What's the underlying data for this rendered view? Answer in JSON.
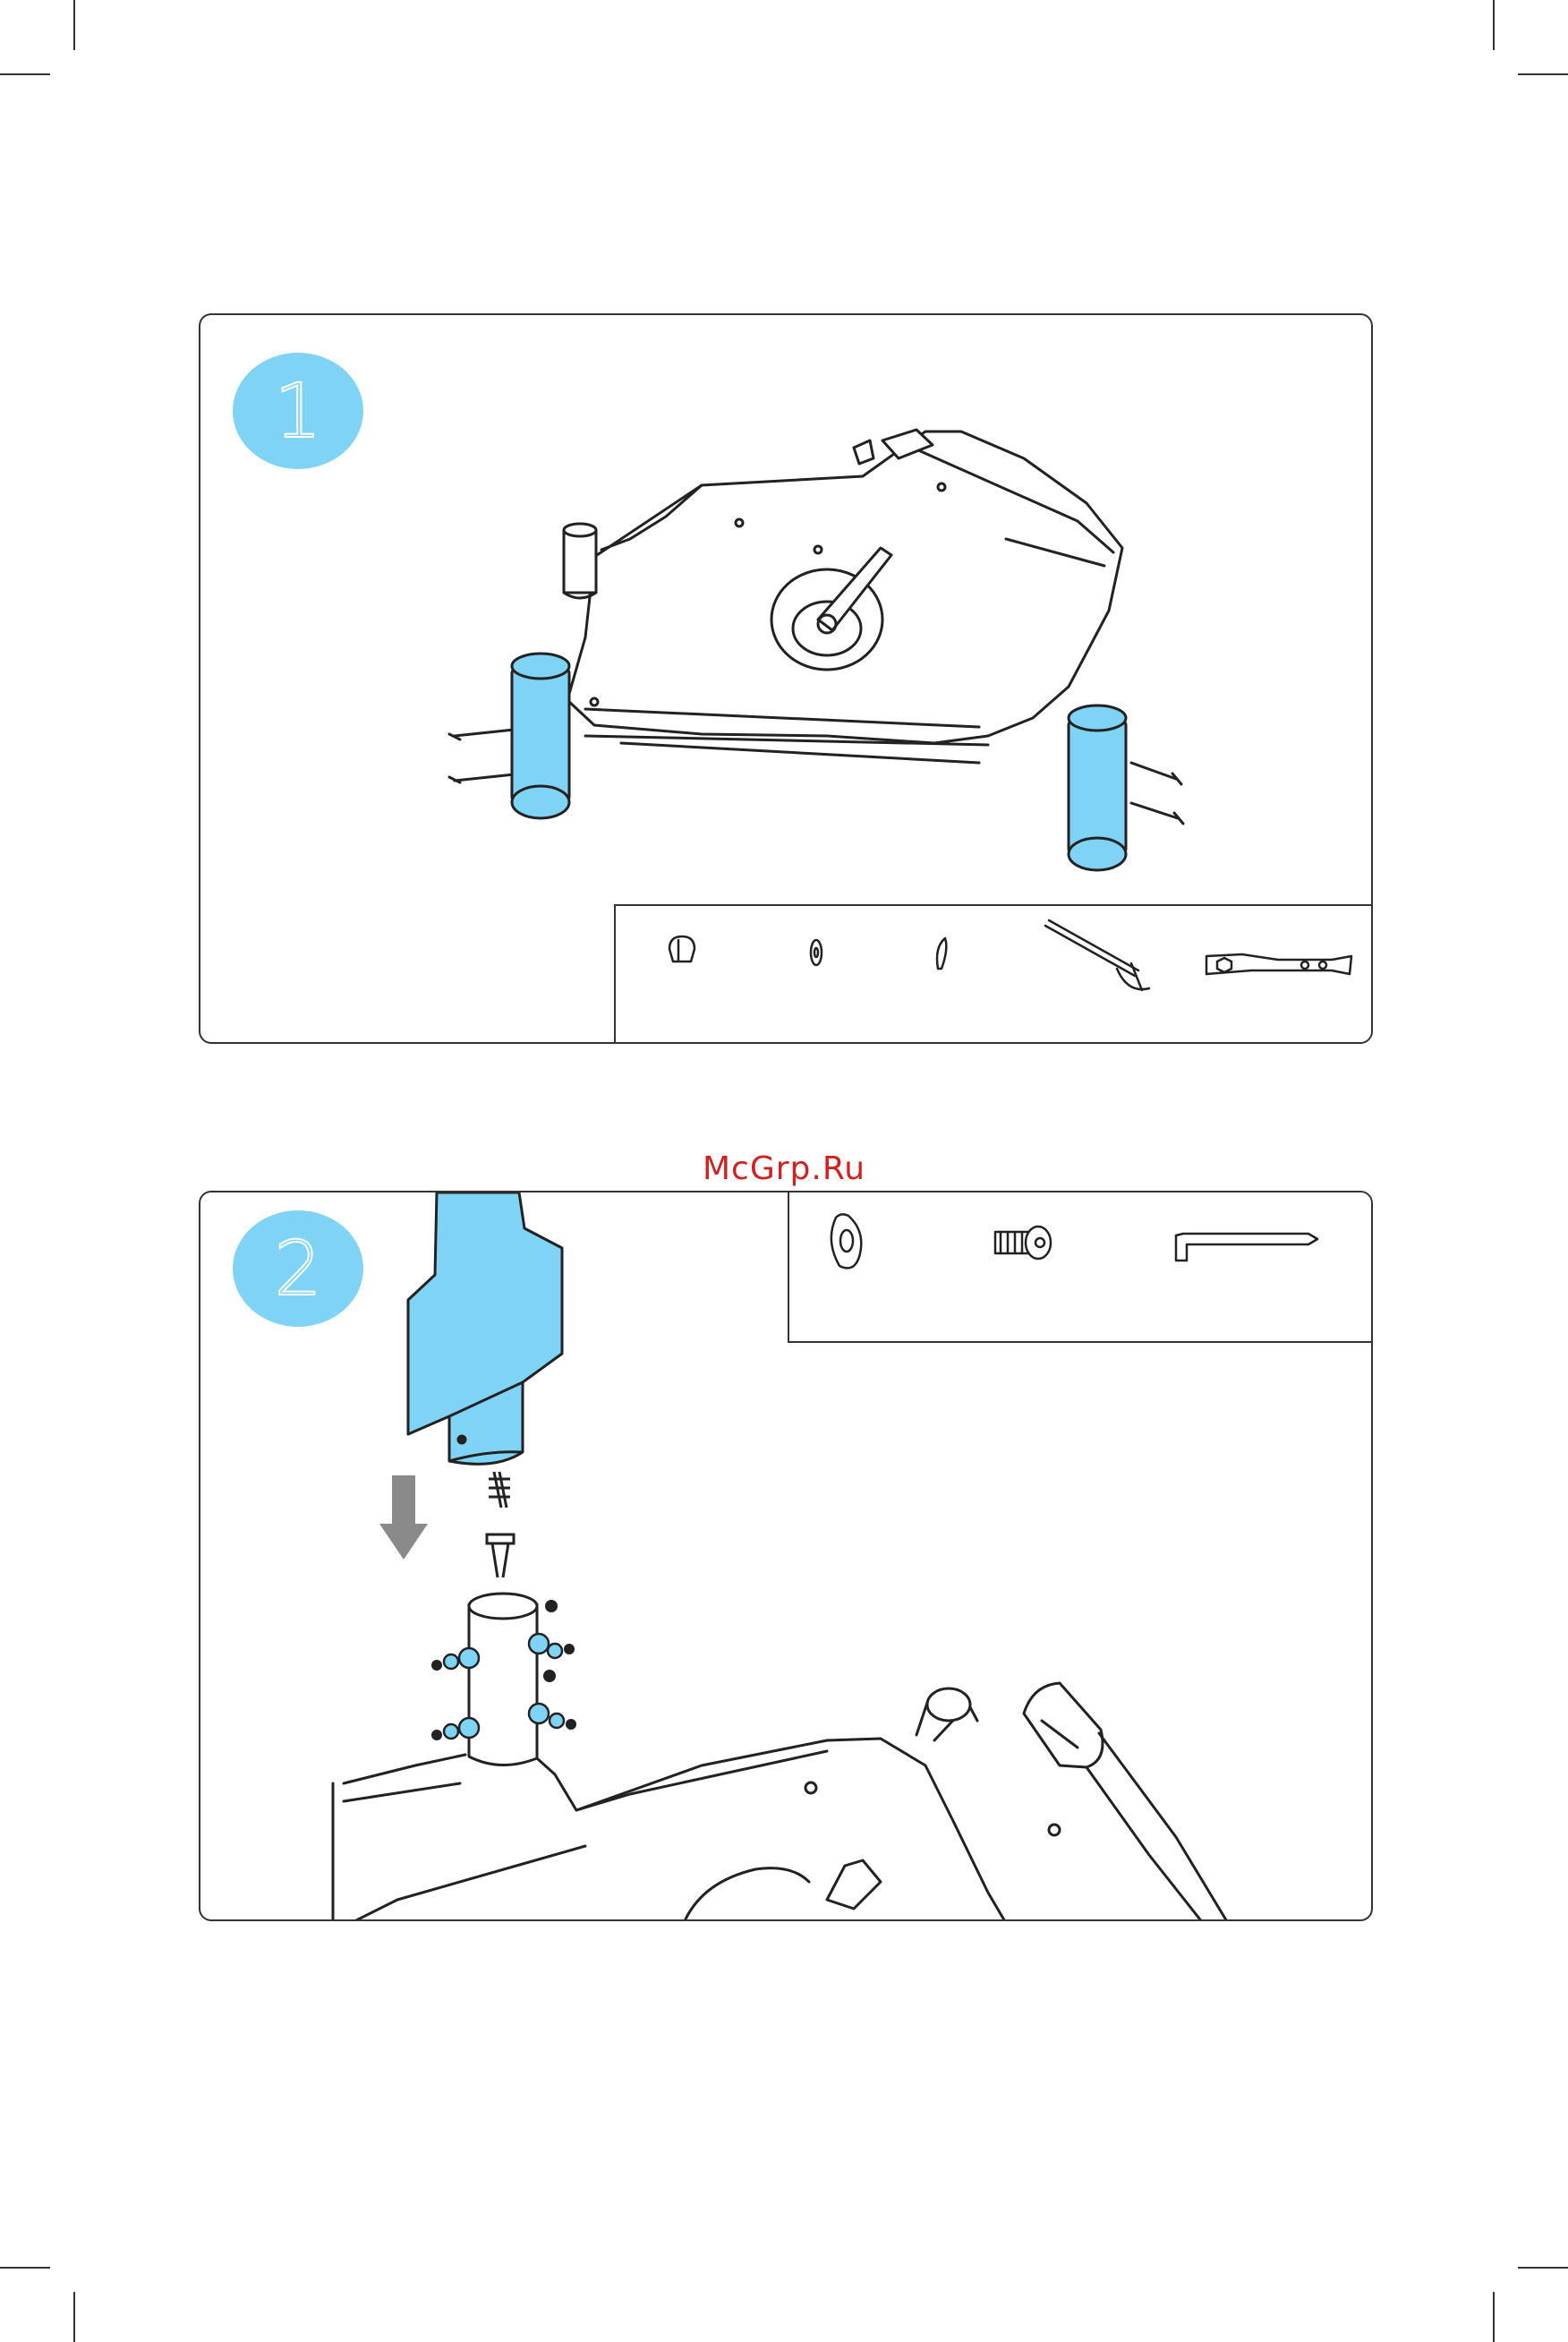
{
  "watermark": {
    "text": "McGrp.Ru"
  },
  "steps": [
    {
      "number": "1"
    },
    {
      "number": "2"
    }
  ],
  "colors": {
    "accent": "#7fd3f5",
    "line": "#222222",
    "watermark": "#d32020",
    "arrow": "#8a8a8a"
  },
  "step1": {
    "hardware": [
      "cap-nut-icon",
      "washer-icon",
      "curved-washer-icon",
      "carriage-bolt-icon",
      "multi-wrench-icon"
    ]
  },
  "step2": {
    "hardware": [
      "arc-washer-icon",
      "hex-bolt-icon",
      "allen-key-icon"
    ]
  }
}
